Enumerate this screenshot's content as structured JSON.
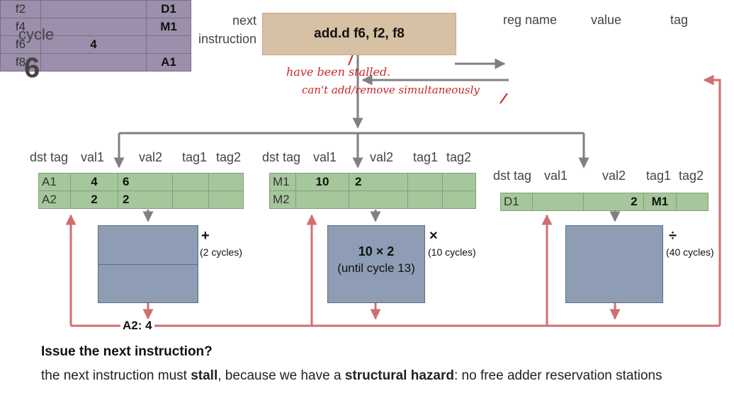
{
  "cycle": {
    "label": "cycle",
    "value": "6"
  },
  "next_instruction": {
    "label_line1": "next",
    "label_line2": "instruction",
    "text": "add.d f6, f2, f8"
  },
  "annotations": {
    "line1": "have been stalled.",
    "line2": "can't add/remove simultaneously"
  },
  "register_file": {
    "headers": {
      "name": "reg name",
      "value": "value",
      "tag": "tag"
    },
    "rows": [
      {
        "name": "f2",
        "value": "",
        "tag": "D1"
      },
      {
        "name": "f4",
        "value": "",
        "tag": "M1"
      },
      {
        "name": "f6",
        "value": "4",
        "tag": ""
      },
      {
        "name": "f8",
        "value": "",
        "tag": "A1"
      }
    ]
  },
  "rs_headers": {
    "dst_tag": "dst tag",
    "val1": "val1",
    "val2": "val2",
    "tag1": "tag1",
    "tag2": "tag2"
  },
  "adder": {
    "rows": [
      {
        "tag": "A1",
        "val1": "4",
        "val2": "6",
        "tag1": "",
        "tag2": ""
      },
      {
        "tag": "A2",
        "val1": "2",
        "val2": "2",
        "tag1": "",
        "tag2": ""
      }
    ],
    "op": "+",
    "cycles": "(2 cycles)",
    "unit_text": "",
    "broadcast": "A2: 4"
  },
  "multiplier": {
    "rows": [
      {
        "tag": "M1",
        "val1": "10",
        "val2": "2",
        "tag1": "",
        "tag2": ""
      },
      {
        "tag": "M2",
        "val1": "",
        "val2": "",
        "tag1": "",
        "tag2": ""
      }
    ],
    "op": "×",
    "cycles": "(10 cycles)",
    "unit_line1": "10 × 2",
    "unit_line2": "(until cycle 13)"
  },
  "divider": {
    "rows": [
      {
        "tag": "D1",
        "val1": "",
        "val2": "2",
        "tag1": "M1",
        "tag2": ""
      }
    ],
    "op": "÷",
    "cycles": "(40 cycles)"
  },
  "question": {
    "title": "Issue the next instruction?",
    "body_pre": "the next instruction must ",
    "body_stall": "stall",
    "body_mid": ", because we have a ",
    "body_hazard": "structural hazard",
    "body_post": ": no free adder reservation stations"
  },
  "colors": {
    "rs_green": "#a6c79c",
    "reg_purple": "#9b8fab",
    "fu_blue": "#8e9db3",
    "cdb_red": "#cf6f72",
    "arrow_gray": "#808080",
    "instr_tan": "#d7c1a4",
    "ink_red": "#c9262a"
  }
}
